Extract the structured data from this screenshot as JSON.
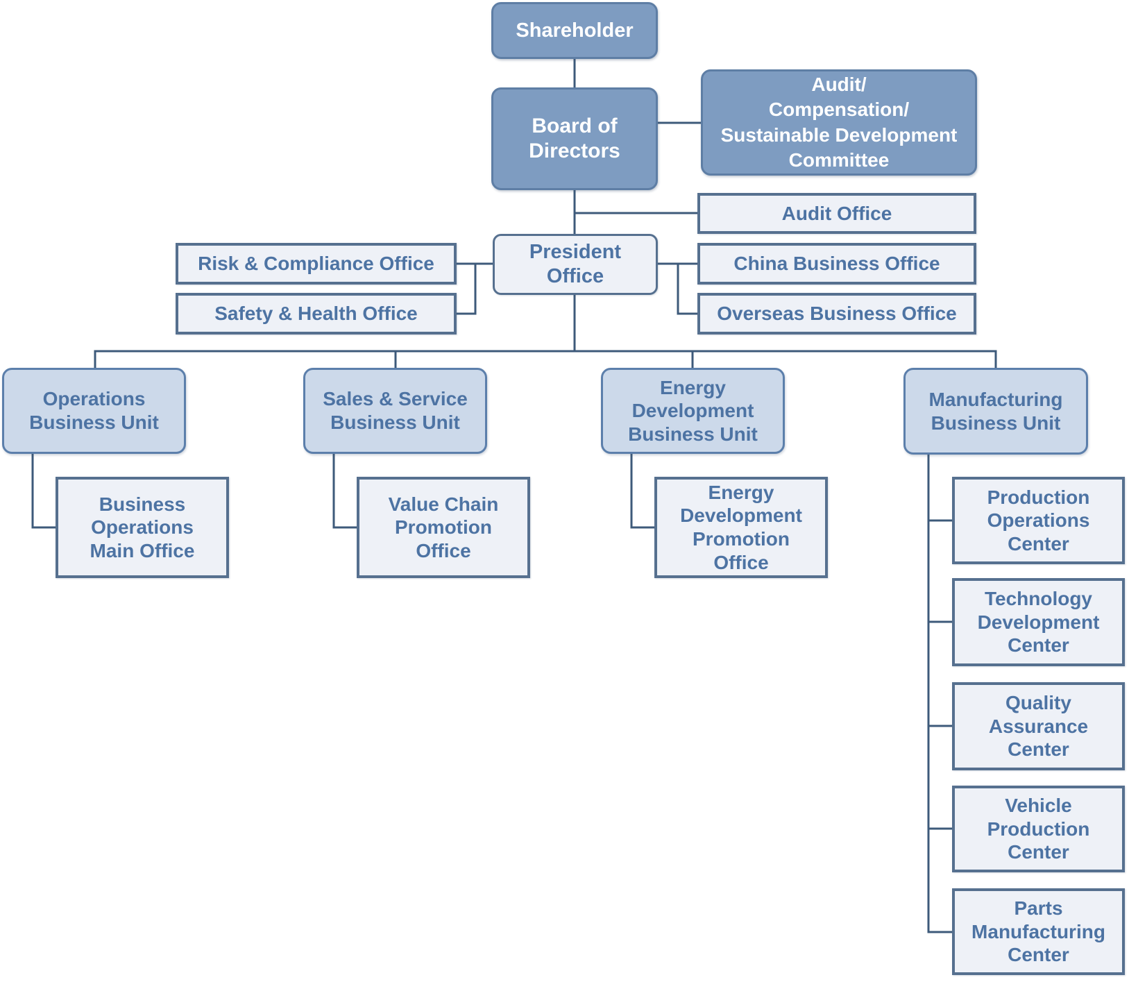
{
  "diagram": {
    "title": "Organization chart",
    "nodes": [
      {
        "id": "shareholder",
        "label": "Shareholder",
        "type": "primary"
      },
      {
        "id": "board-of-directors",
        "label": "Board of\nDirectors",
        "type": "primary"
      },
      {
        "id": "committee",
        "label": "Audit/\nCompensation/\nSustainable Development\nCommittee",
        "type": "primary"
      },
      {
        "id": "audit-office",
        "label": "Audit Office",
        "type": "office"
      },
      {
        "id": "president-office",
        "label": "President\nOffice",
        "type": "office"
      },
      {
        "id": "risk-compliance-office",
        "label": "Risk & Compliance Office",
        "type": "office"
      },
      {
        "id": "safety-health-office",
        "label": "Safety & Health Office",
        "type": "office"
      },
      {
        "id": "china-business-office",
        "label": "China Business Office",
        "type": "office"
      },
      {
        "id": "overseas-business-office",
        "label": "Overseas Business Office",
        "type": "office"
      },
      {
        "id": "operations-business-unit",
        "label": "Operations\nBusiness Unit",
        "type": "unit"
      },
      {
        "id": "sales-service-business-unit",
        "label": "Sales & Service\nBusiness Unit",
        "type": "unit"
      },
      {
        "id": "energy-development-business-unit",
        "label": "Energy\nDevelopment\nBusiness Unit",
        "type": "unit"
      },
      {
        "id": "manufacturing-business-unit",
        "label": "Manufacturing\nBusiness Unit",
        "type": "unit"
      },
      {
        "id": "business-operations-main-office",
        "label": "Business\nOperations\nMain Office",
        "type": "office"
      },
      {
        "id": "value-chain-promotion-office",
        "label": "Value Chain\nPromotion\nOffice",
        "type": "office"
      },
      {
        "id": "energy-development-promotion-office",
        "label": "Energy\nDevelopment\nPromotion\nOffice",
        "type": "office"
      },
      {
        "id": "production-operations-center",
        "label": "Production\nOperations\nCenter",
        "type": "office"
      },
      {
        "id": "technology-development-center",
        "label": "Technology\nDevelopment\nCenter",
        "type": "office"
      },
      {
        "id": "quality-assurance-center",
        "label": "Quality\nAssurance\nCenter",
        "type": "office"
      },
      {
        "id": "vehicle-production-center",
        "label": "Vehicle\nProduction\nCenter",
        "type": "office"
      },
      {
        "id": "parts-manufacturing-center",
        "label": "Parts\nManufacturing\nCenter",
        "type": "office"
      }
    ],
    "edges": [
      {
        "from": "shareholder",
        "to": "board-of-directors"
      },
      {
        "from": "board-of-directors",
        "to": "committee"
      },
      {
        "from": "board-of-directors",
        "to": "audit-office"
      },
      {
        "from": "board-of-directors",
        "to": "president-office"
      },
      {
        "from": "president-office",
        "to": "risk-compliance-office"
      },
      {
        "from": "president-office",
        "to": "safety-health-office"
      },
      {
        "from": "president-office",
        "to": "china-business-office"
      },
      {
        "from": "president-office",
        "to": "overseas-business-office"
      },
      {
        "from": "president-office",
        "to": "operations-business-unit"
      },
      {
        "from": "president-office",
        "to": "sales-service-business-unit"
      },
      {
        "from": "president-office",
        "to": "energy-development-business-unit"
      },
      {
        "from": "president-office",
        "to": "manufacturing-business-unit"
      },
      {
        "from": "operations-business-unit",
        "to": "business-operations-main-office"
      },
      {
        "from": "sales-service-business-unit",
        "to": "value-chain-promotion-office"
      },
      {
        "from": "energy-development-business-unit",
        "to": "energy-development-promotion-office"
      },
      {
        "from": "manufacturing-business-unit",
        "to": "production-operations-center"
      },
      {
        "from": "manufacturing-business-unit",
        "to": "technology-development-center"
      },
      {
        "from": "manufacturing-business-unit",
        "to": "quality-assurance-center"
      },
      {
        "from": "manufacturing-business-unit",
        "to": "vehicle-production-center"
      },
      {
        "from": "manufacturing-business-unit",
        "to": "parts-manufacturing-center"
      }
    ]
  },
  "colors": {
    "primary_fill": "#7e9cc1",
    "primary_border": "#5e7ea5",
    "primary_text": "#ffffff",
    "unit_fill": "#ccd9ea",
    "unit_border": "#5c7fab",
    "office_fill": "#eef1f7",
    "office_border": "#56708f",
    "label_text": "#4d73a3",
    "connector": "#3d5a7a",
    "background": "#ffffff"
  }
}
